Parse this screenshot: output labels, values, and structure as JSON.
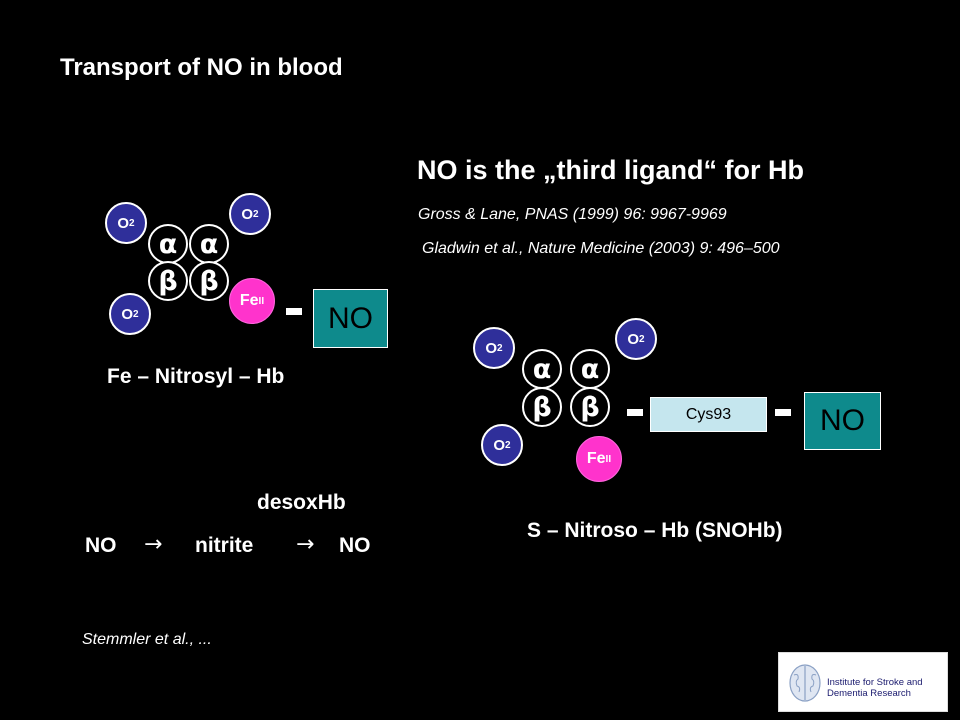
{
  "slide": {
    "title": "Transport of NO in blood",
    "headline": "NO is the „third ligand“ for Hb",
    "refs": [
      "Gross & Lane, PNAS (1999) 96: 9967-9969",
      "Gladwin et al., Nature Medicine (2003) 9: 496–500",
      "Stemmler et al., ..."
    ]
  },
  "labels": {
    "o2_base": "O",
    "o2_sub": "2",
    "alpha": "α",
    "beta": "β",
    "fe_base": "Fe",
    "fe_sup": "II",
    "no": "NO",
    "cys": "Cys93"
  },
  "left_diagram": {
    "caption": "Fe – Nitrosyl – Hb"
  },
  "right_diagram": {
    "caption": "S – Nitroso – Hb (SNOHb)"
  },
  "equation": {
    "condition": "desoxHb",
    "left": "NO",
    "arrow": "→",
    "middle": "nitrite",
    "right": "NO"
  },
  "logo": {
    "line1": "Institute for Stroke and",
    "line2": "Dementia Research"
  }
}
